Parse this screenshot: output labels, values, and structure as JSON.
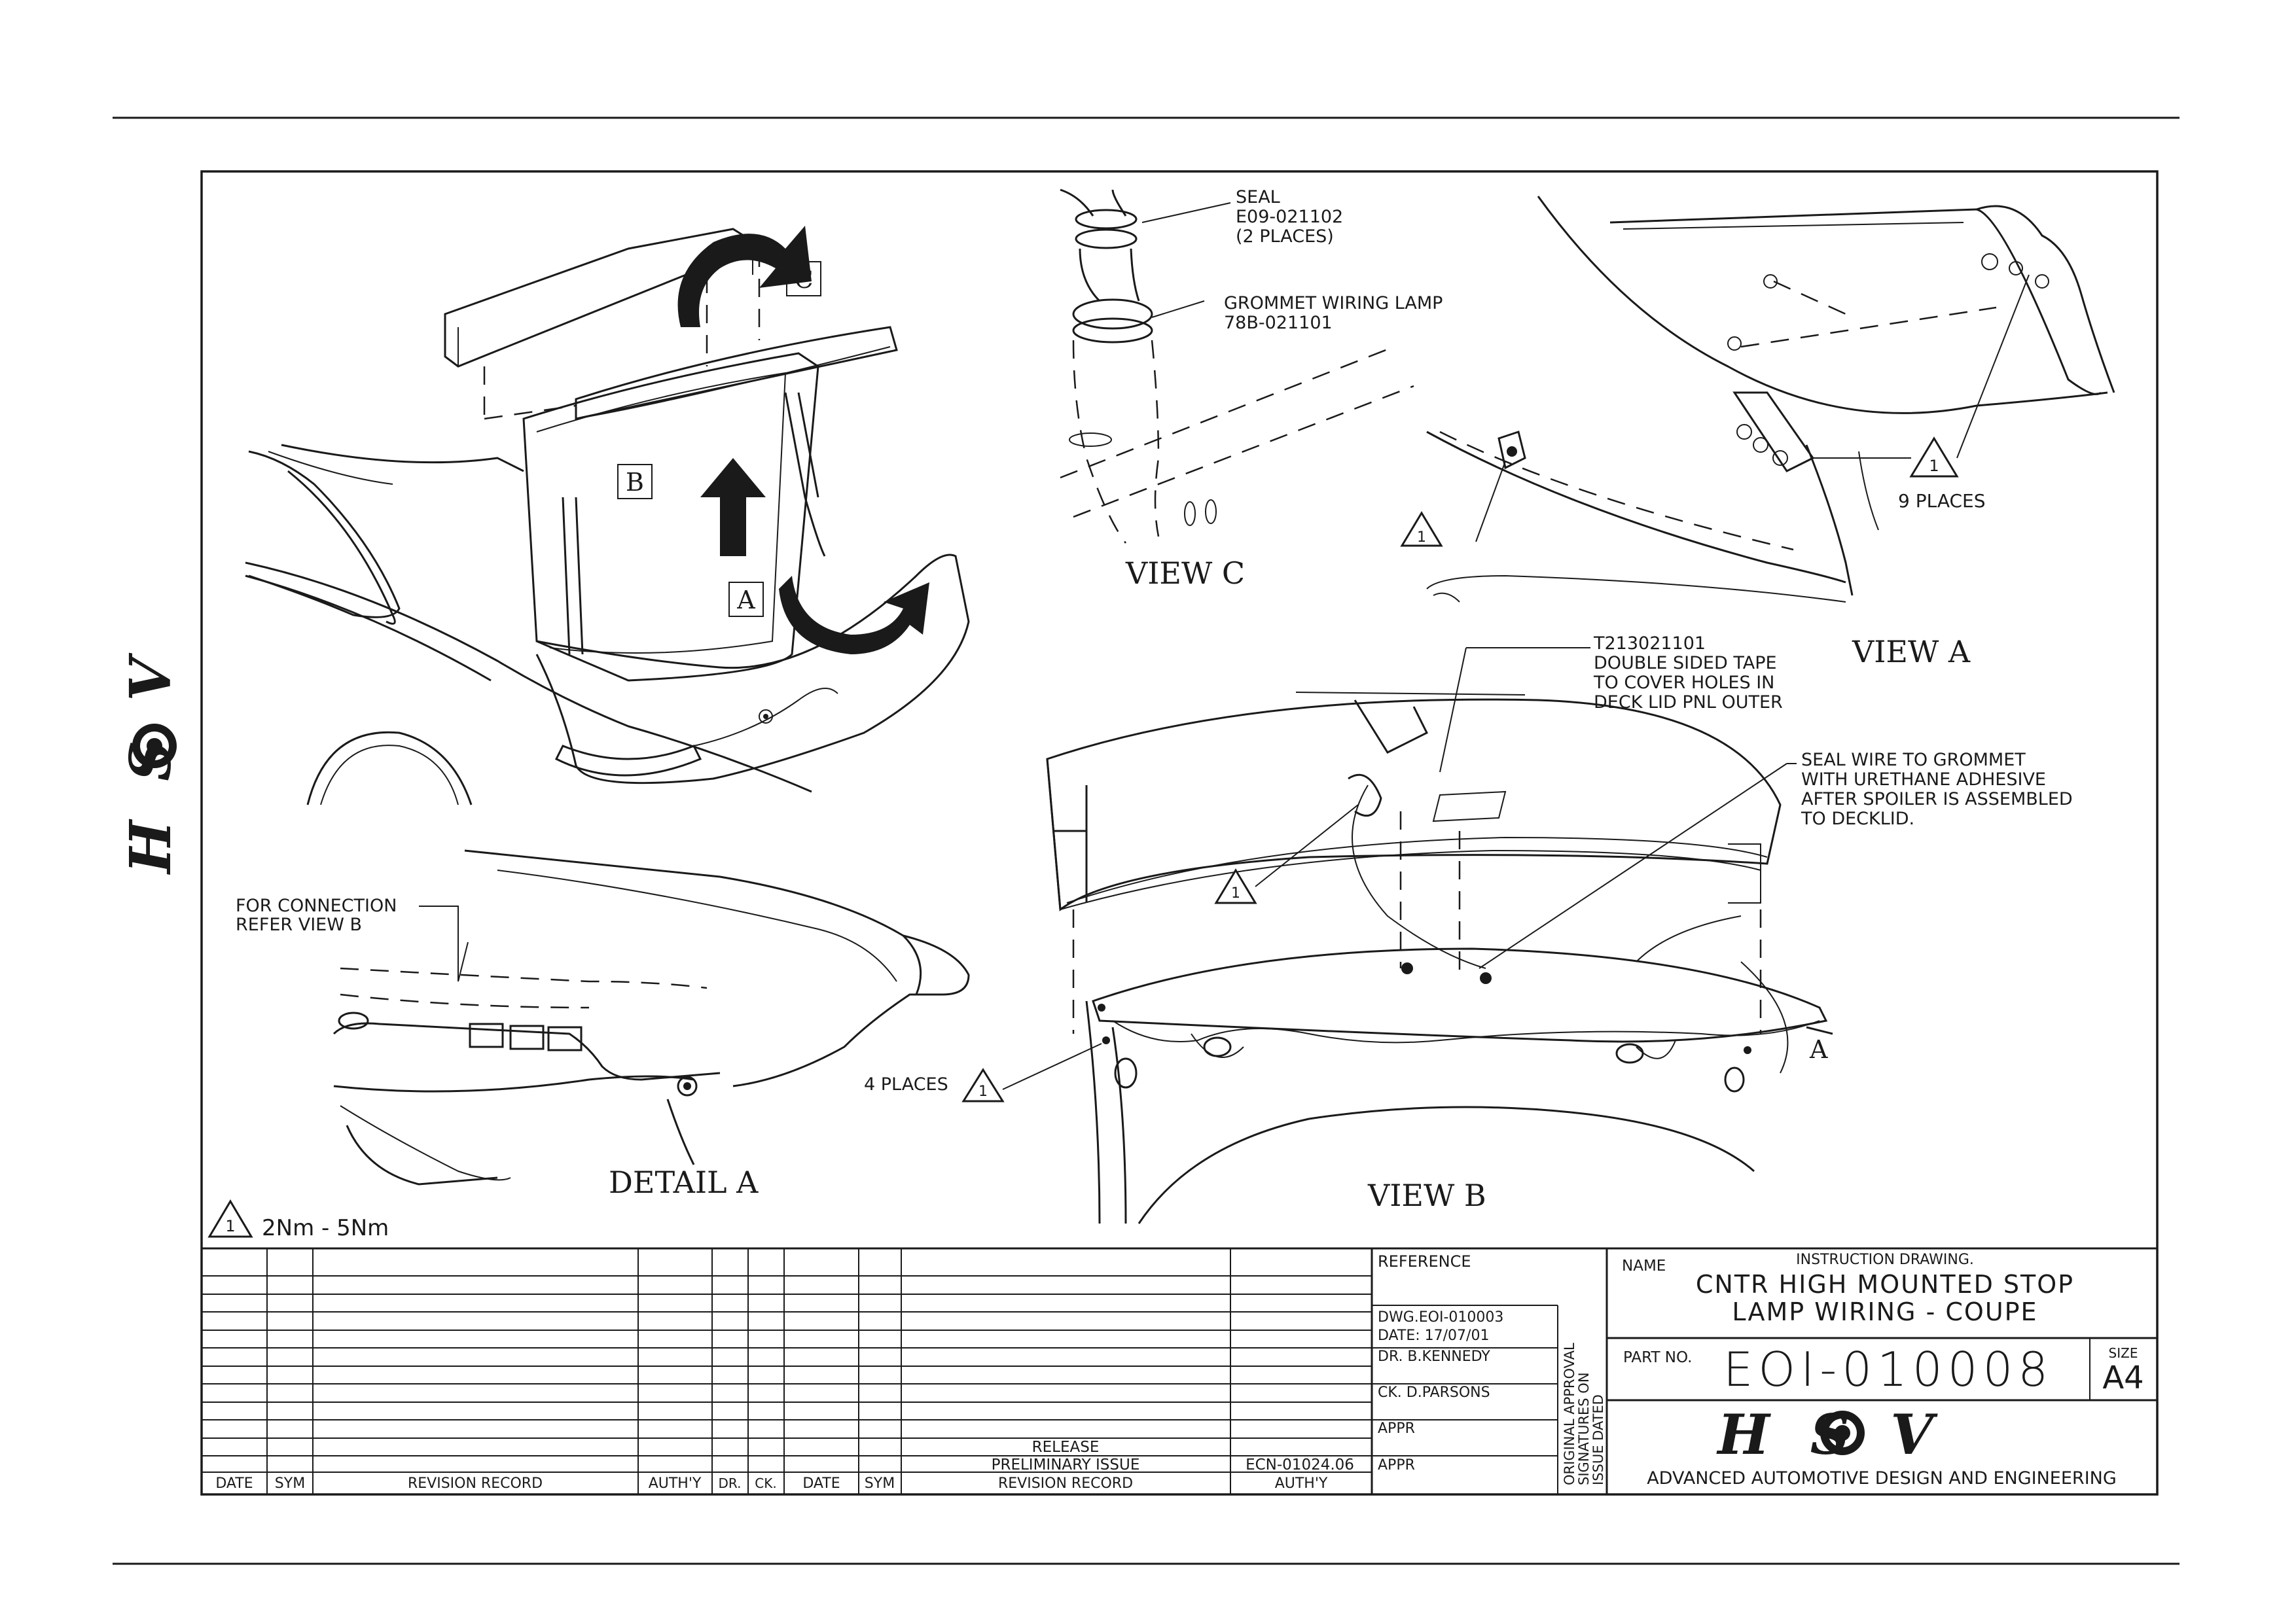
{
  "views": {
    "view_c": "VIEW C",
    "view_a": "VIEW A",
    "view_b": "VIEW B",
    "detail_a": "DETAIL A"
  },
  "overview_markers": {
    "a": "A",
    "b": "B",
    "c": "C"
  },
  "view_b_marker": "A",
  "torque_symbol": "1",
  "torque_note": "2Nm - 5Nm",
  "callouts": {
    "seal": [
      "SEAL",
      "E09-021102",
      "(2 PLACES)"
    ],
    "grommet": [
      "GROMMET WIRING LAMP",
      "78B-021101"
    ],
    "nine_places": "9 PLACES",
    "tape": [
      "T213021101",
      "DOUBLE SIDED TAPE",
      "TO COVER HOLES IN",
      "DECK LID PNL OUTER"
    ],
    "seal_wire": [
      "SEAL WIRE TO GROMMET",
      "WITH URETHANE ADHESIVE",
      "AFTER SPOILER IS ASSEMBLED",
      "TO DECKLID."
    ],
    "connection": [
      "FOR CONNECTION",
      "REFER VIEW B"
    ],
    "four_places": "4 PLACES"
  },
  "revision_table": {
    "release_text": "RELEASE",
    "preliminary_issue": "PRELIMINARY ISSUE",
    "ecn": "ECN-01024.06",
    "headers_left": [
      "DATE",
      "SYM",
      "REVISION RECORD",
      "AUTH'Y",
      "DR.",
      "CK."
    ],
    "headers_right": [
      "DATE",
      "SYM",
      "REVISION RECORD",
      "AUTH'Y"
    ]
  },
  "reference_block": {
    "reference": "REFERENCE",
    "dwg": "DWG.EOI-010003",
    "date": "DATE: 17/07/01",
    "drawn": "DR. B.KENNEDY",
    "checked": "CK. D.PARSONS",
    "appr1": "APPR",
    "appr2": "APPR",
    "approval_vertical": [
      "ORIGINAL APPROVAL",
      "SIGNATURES ON",
      "ISSUE DATED"
    ]
  },
  "title_block": {
    "name_label": "NAME",
    "subtitle": "INSTRUCTION DRAWING.",
    "title_line1": "CNTR HIGH MOUNTED STOP",
    "title_line2": "LAMP WIRING - COUPE",
    "part_label": "PART NO.",
    "part_no": "EOI-010008",
    "size_label": "SIZE",
    "size": "A4",
    "logo_text": "HSV",
    "company": "ADVANCED AUTOMOTIVE DESIGN AND ENGINEERING"
  },
  "side_logo": "HSV"
}
